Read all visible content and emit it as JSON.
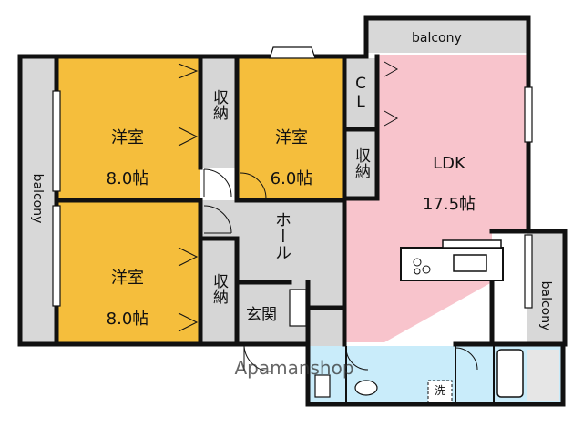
{
  "rooms": {
    "western_room_top": {
      "name": "洋室",
      "size": "8.0帖"
    },
    "western_room_bottom": {
      "name": "洋室",
      "size": "8.0帖"
    },
    "western_room_middle": {
      "name": "洋室",
      "size": "6.0帖"
    },
    "ldk": {
      "name": "LDK",
      "size": "17.5帖"
    }
  },
  "storage": {
    "label_vertical": "収納",
    "closet": "CL"
  },
  "hall": "ホール",
  "entrance": "玄関",
  "balcony_label": "balcony",
  "washer_label": "洗",
  "watermark": "Apamanshop",
  "colors": {
    "western_room": "#f5be3c",
    "ldk": "#f8c4cc",
    "hall": "#d6d6d6",
    "balcony": "#d8d8d8",
    "bath": "#c9ecfa",
    "wall": "#111111"
  }
}
